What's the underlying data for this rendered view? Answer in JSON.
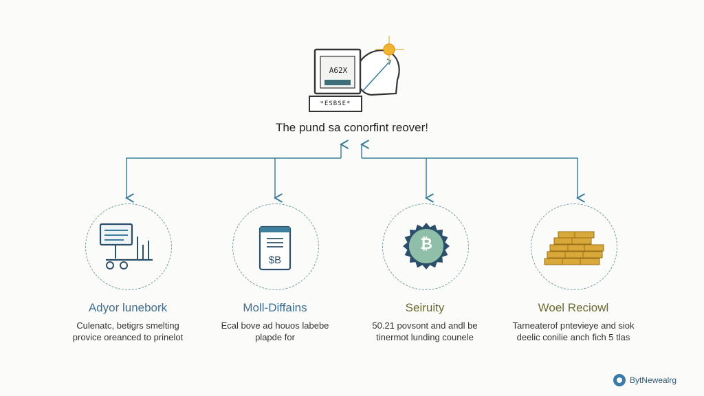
{
  "hero": {
    "monitor_text": "A62X",
    "keyboard_text": "*ESBSE*",
    "title": "The pund sa conorfint reover!"
  },
  "nodes": [
    {
      "icon": "server-machine-icon",
      "title": "Adyor lunebork",
      "desc_line1": "Culenatc, betigrs smelting",
      "desc_line2": "provice oreanced to prinelot"
    },
    {
      "icon": "ledger-document-icon",
      "icon_text": "$B",
      "title": "Moll-Diffains",
      "desc_line1": "Ecal bove ad houos labebe",
      "desc_line2": "plapde for"
    },
    {
      "icon": "bitcoin-coin-icon",
      "icon_text": "₿",
      "title": "Seiruity",
      "desc_line1": "50.21 povsont and andl be",
      "desc_line2": "tinermot lunding counele"
    },
    {
      "icon": "gold-bars-icon",
      "title": "Woel Reciowl",
      "desc_line1": "Tarneaterof pntevieye and siok",
      "desc_line2": "deelic conilie anch fich 5 tlas"
    }
  ],
  "brand": {
    "label": "BytNewealrg"
  },
  "colors": {
    "line": "#3d7f9c",
    "title_blue": "#3f6e8f",
    "title_olive": "#6b6b2f",
    "coin": "#8fbfa8",
    "gold": "#d8a83a"
  }
}
